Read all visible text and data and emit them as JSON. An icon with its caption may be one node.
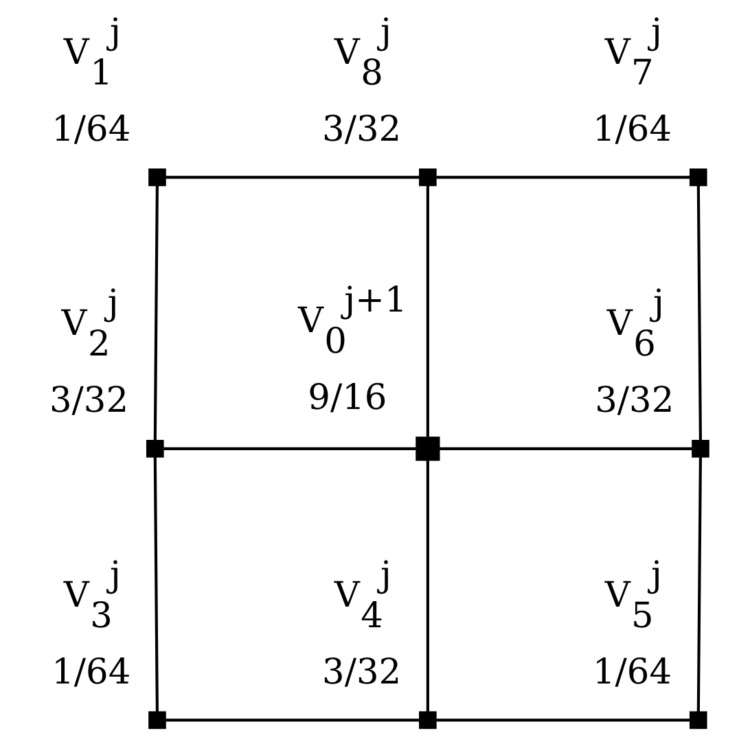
{
  "diagram": {
    "nodes": [
      {
        "text": [],
        "shape": "box",
        "beside": [
          "V$_{1}$$^{j}$",
          "1/64"
        ]
      },
      {
        "text": [],
        "shape": "box",
        "beside": [
          "V$_{8}$$^{j}$",
          "3/32"
        ]
      },
      {
        "text": [],
        "shape": "box",
        "beside": [
          "V$_{7}$$^{j}$",
          "1/64"
        ]
      },
      {
        "text": [],
        "shape": "box",
        "beside": [
          "V$_{2}$$^{j}$",
          "3/32"
        ]
      },
      {
        "text": [],
        "shape": "box",
        "beside": [
          "V$_{0}$$^{j+1}$",
          "9/16"
        ]
      },
      {
        "text": [],
        "shape": "box",
        "beside": [
          "V$_{6}$$^{j}$",
          "3/32"
        ]
      },
      {
        "text": [],
        "shape": "box",
        "beside": [
          "V$_{3}$$^{j}$",
          "1/64"
        ]
      },
      {
        "text": [],
        "shape": "box",
        "beside": [
          "V$_{4}$$^{j}$",
          "3/32"
        ]
      },
      {
        "text": [],
        "shape": "box",
        "beside": [
          "V$_{5}$$^{j}$",
          "1/64"
        ]
      }
    ],
    "edges": [
      {
        "from": 0,
        "to": 1,
        "arrow": "none"
      },
      {
        "from": 1,
        "to": 2,
        "arrow": "none"
      },
      {
        "from": 3,
        "to": 4,
        "arrow": "none"
      },
      {
        "from": 4,
        "to": 5,
        "arrow": "none"
      },
      {
        "from": 6,
        "to": 7,
        "arrow": "none"
      },
      {
        "from": 7,
        "to": 8,
        "arrow": "none"
      },
      {
        "from": 0,
        "to": 3,
        "arrow": "none"
      },
      {
        "from": 3,
        "to": 6,
        "arrow": "none"
      },
      {
        "from": 1,
        "to": 4,
        "arrow": "none"
      },
      {
        "from": 4,
        "to": 7,
        "arrow": "none"
      },
      {
        "from": 2,
        "to": 5,
        "arrow": "none"
      },
      {
        "from": 5,
        "to": 8,
        "arrow": "none"
      }
    ]
  }
}
